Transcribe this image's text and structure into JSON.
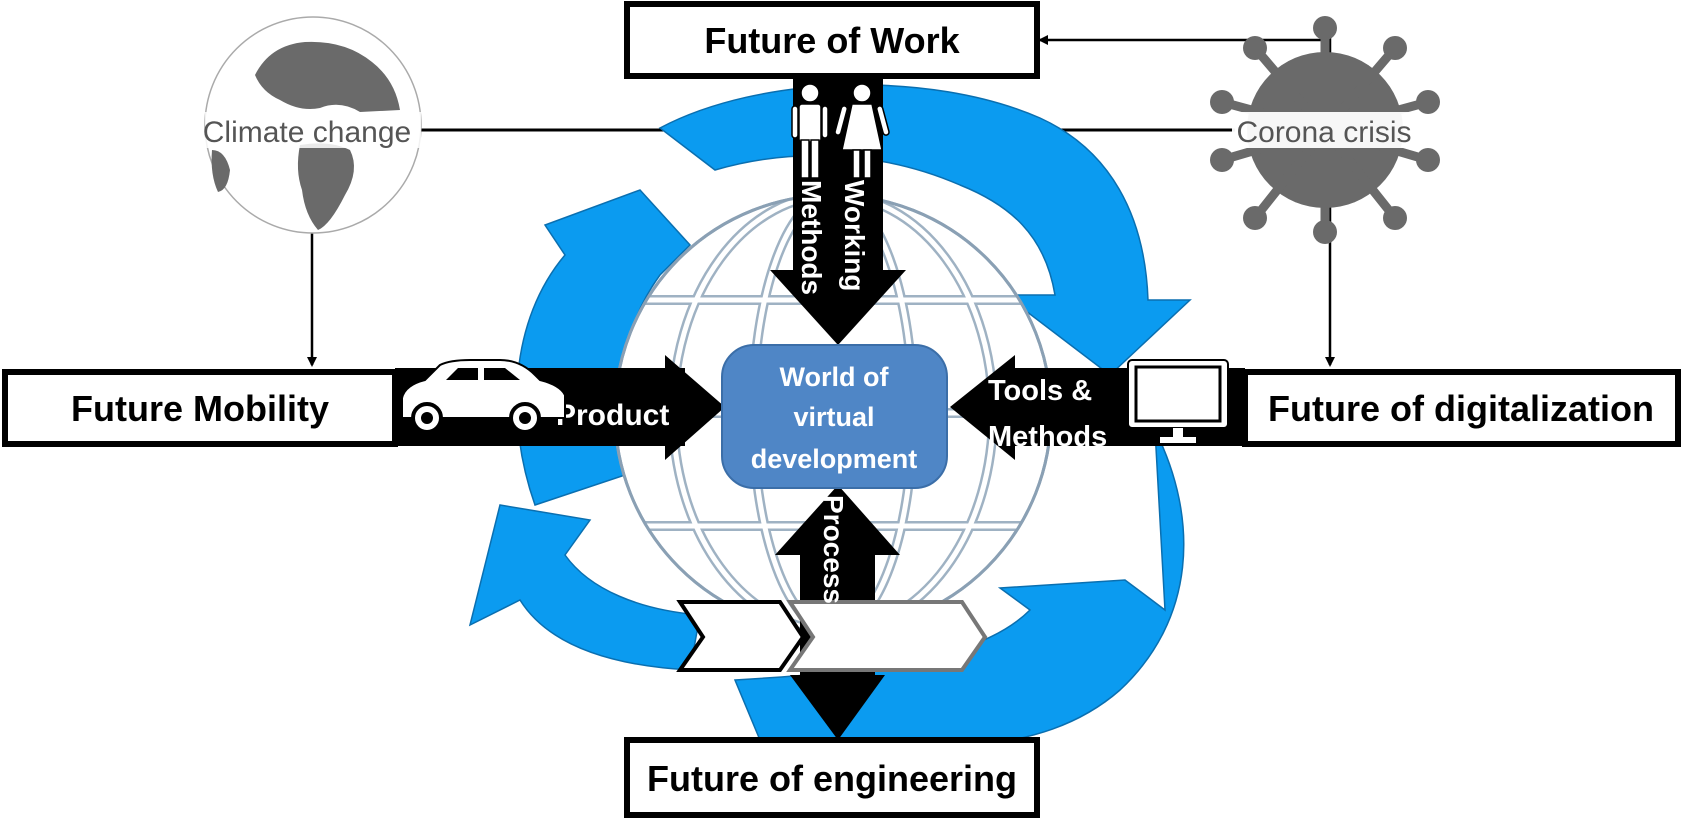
{
  "nodes": {
    "future_of_work": "Future of Work",
    "future_mobility": "Future Mobility",
    "future_of_digitalization": "Future of digitalization",
    "future_of_engineering": "Future of engineering",
    "center_line1": "World of",
    "center_line2": "virtual",
    "center_line3": "development"
  },
  "influences": {
    "climate_change": "Climate change",
    "corona_crisis": "Corona crisis"
  },
  "arrows": {
    "working": "Working",
    "methods": "Methods",
    "product": "Product",
    "tools_line1": "Tools &",
    "tools_line2": "Methods",
    "process": "Process"
  },
  "icons": {
    "man": "man-icon",
    "woman": "woman-icon",
    "car": "car-icon",
    "monitor": "monitor-icon",
    "globe": "globe-icon",
    "virus": "virus-icon",
    "process_chevrons": "chevron-process-icon"
  },
  "colors": {
    "cycle_blue": "#0b9bf0",
    "center_fill": "#4f86c6",
    "globe_line": "#8aa0b4",
    "arrow_black": "#000000",
    "grey_icon": "#6a6a6a"
  }
}
